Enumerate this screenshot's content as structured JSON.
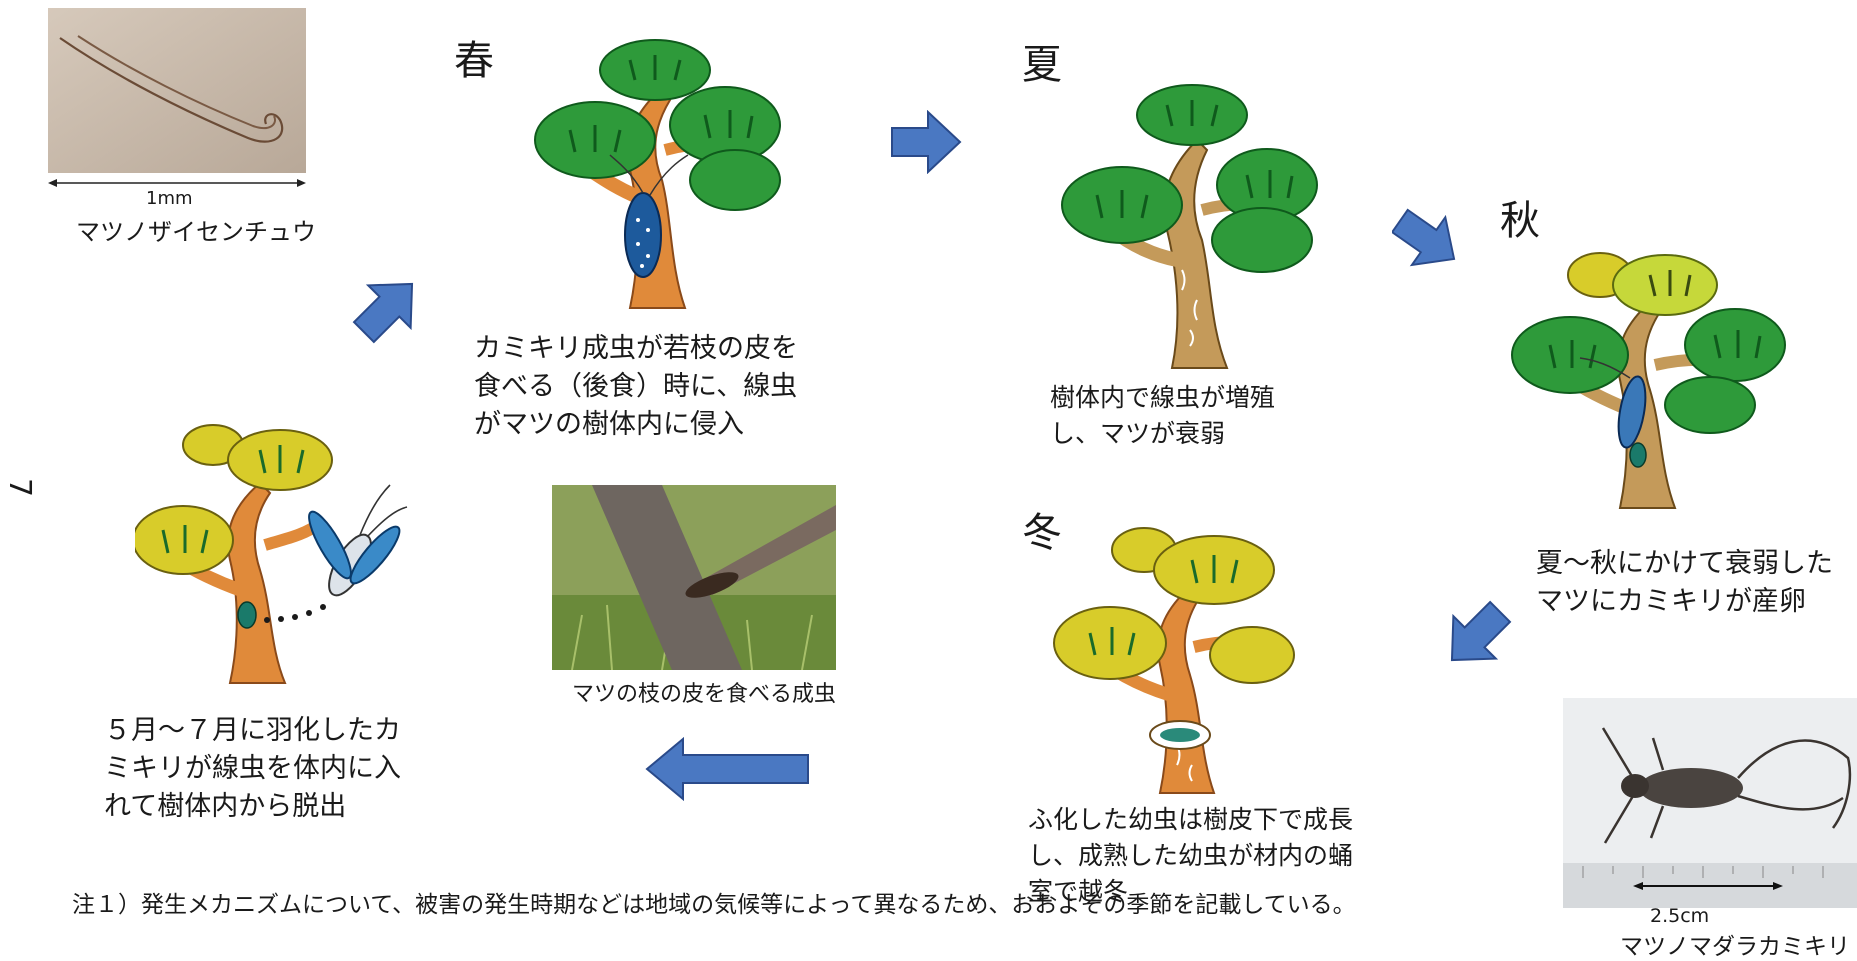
{
  "seasons": {
    "spring": "春",
    "summer": "夏",
    "autumn": "秋",
    "winter": "冬"
  },
  "captions": {
    "spring": "カミキリ成虫が若枝の皮を\n食べる（後食）時に、線虫\nがマツの樹体内に侵入",
    "summer": "樹体内で線虫が増殖\nし、マツが衰弱",
    "autumn": "夏～秋にかけて衰弱した\nマツにカミキリが産卵",
    "winter": "ふ化した幼虫は樹皮下で成長\nし、成熟した幼虫が材内の蛹\n室で越冬",
    "emergence": "５月～７月に羽化したカ\nミキリが線虫を体内に入\nれて樹体内から脱出"
  },
  "photos": {
    "nematode_scale": "1mm",
    "nematode_name": "マツノザイセンチュウ",
    "feeding_caption": "マツの枝の皮を食べる成虫",
    "beetle_scale": "2.5cm",
    "beetle_name": "マツノマダラカミキリ"
  },
  "page_number": "7",
  "note": "注１）発生メカニズムについて、被害の発生時期などは地域の気候等によって異なるため、おおよその季節を記載している。",
  "colors": {
    "arrow": "#4a78c2",
    "needle_green": "#2e9a3a",
    "needle_yellow": "#d8cc2a",
    "trunk_orange": "#e08a3a",
    "trunk_brown": "#c49a5a"
  }
}
